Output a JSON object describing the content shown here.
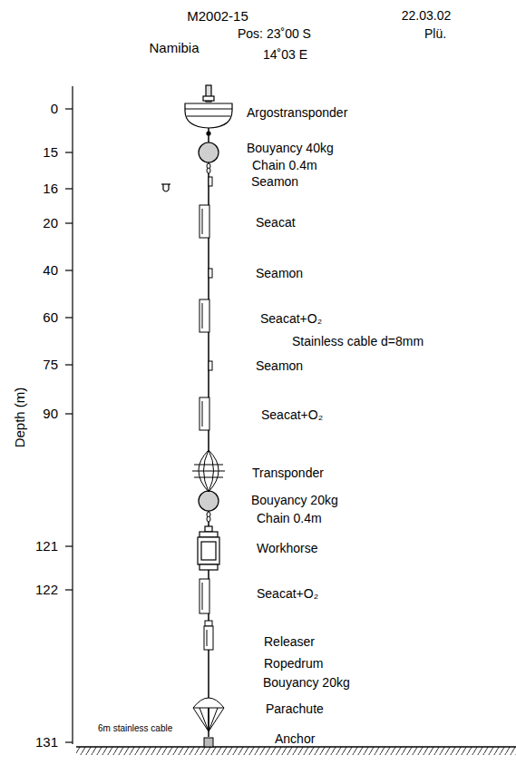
{
  "diagram": {
    "title": "M2002-15",
    "labels": [
      "22.03.02",
      "Plü.",
      "Namibia",
      "Pos: 23˚00 S",
      "14˚03 E",
      "Depth (m)",
      "0",
      "15",
      "16",
      "20",
      "40",
      "60",
      "75",
      "90",
      "121",
      "122",
      "131",
      "Argostransponder",
      "Bouyancy 40kg",
      "Chain 0.4m",
      "Seamon",
      "Seacat",
      "Seamon",
      "Seacat+O₂",
      "Stainless cable d=8mm",
      "Seamon",
      "Seacat+O₂",
      "Transponder",
      "Bouyancy 20kg",
      "Chain 0.4m",
      "Workhorse",
      "Seacat+O₂",
      "Releaser",
      "Ropedrum",
      "Bouyancy 20kg",
      "Parachute",
      "6m stainless cable",
      "Anchor"
    ]
  }
}
